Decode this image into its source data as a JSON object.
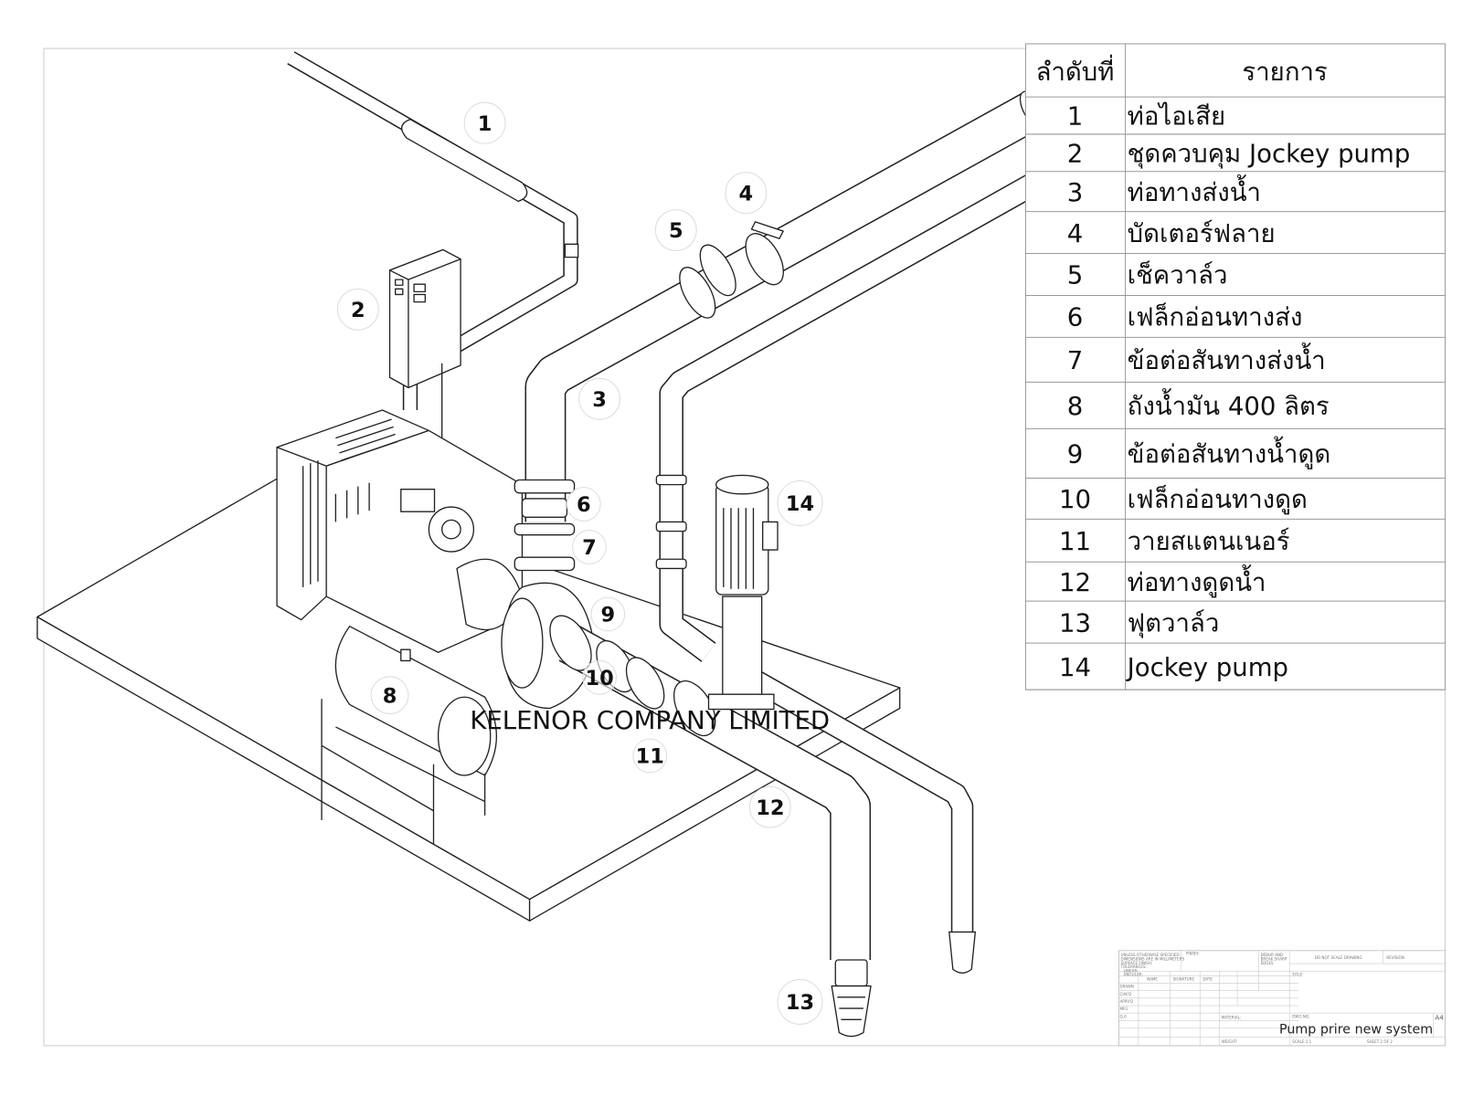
{
  "parts_table": {
    "header_no": "ลำดับที่",
    "header_item": "รายการ",
    "rows": [
      {
        "no": "1",
        "item": "ท่อไอเสีย"
      },
      {
        "no": "2",
        "item": "ชุดควบคุม Jockey pump"
      },
      {
        "no": "3",
        "item": "ท่อทางส่งน้ำ"
      },
      {
        "no": "4",
        "item": "บัดเตอร์ฟลาย"
      },
      {
        "no": "5",
        "item": "เช็ควาล์ว"
      },
      {
        "no": "6",
        "item": "เฟล็กอ่อนทางส่ง"
      },
      {
        "no": "7",
        "item": "ข้อต่อสันทางส่งน้ำ"
      },
      {
        "no": "8",
        "item": "ถังน้ำมัน 400 ลิตร"
      },
      {
        "no": "9",
        "item": "ข้อต่อสันทางน้ำดูด"
      },
      {
        "no": "10",
        "item": "เฟล็กอ่อนทางดูด"
      },
      {
        "no": "11",
        "item": "วายสแตนเนอร์"
      },
      {
        "no": "12",
        "item": "ท่อทางดูดน้ำ"
      },
      {
        "no": "13",
        "item": "ฟุตวาล์ว"
      },
      {
        "no": "14",
        "item": "Jockey pump"
      }
    ]
  },
  "callouts": [
    "1",
    "2",
    "3",
    "4",
    "5",
    "6",
    "7",
    "8",
    "9",
    "10",
    "11",
    "12",
    "13",
    "14"
  ],
  "watermark": "KELENOR COMPANY LIMITED",
  "title_block": {
    "tolerances": [
      "UNLESS OTHERWISE SPECIFIED:",
      "DIMENSIONS ARE IN MILLIMETERS",
      "SURFACE FINISH:",
      "TOLERANCES:",
      "LINEAR:",
      "ANGULAR:"
    ],
    "finish": "FINISH:",
    "deburr": [
      "DEBUR AND",
      "BREAK SHARP",
      "EDGES"
    ],
    "do_not_scale": "DO NOT SCALE DRAWING",
    "revision": "REVISION",
    "col_name": "NAME",
    "col_signature": "SIGNATURE",
    "col_date": "DATE",
    "roles": [
      "DRAWN",
      "CHK'D",
      "APPV'D",
      "MFG",
      "Q.A"
    ],
    "title_label": "TITLE:",
    "material": "MATERIAL:",
    "weight": "WEIGHT:",
    "dwg_no": "DWG NO.",
    "drawing_title": "Pump prire new system",
    "size": "A4",
    "scale": "SCALE:1:1",
    "sheet": "SHEET 2 OF 2"
  }
}
